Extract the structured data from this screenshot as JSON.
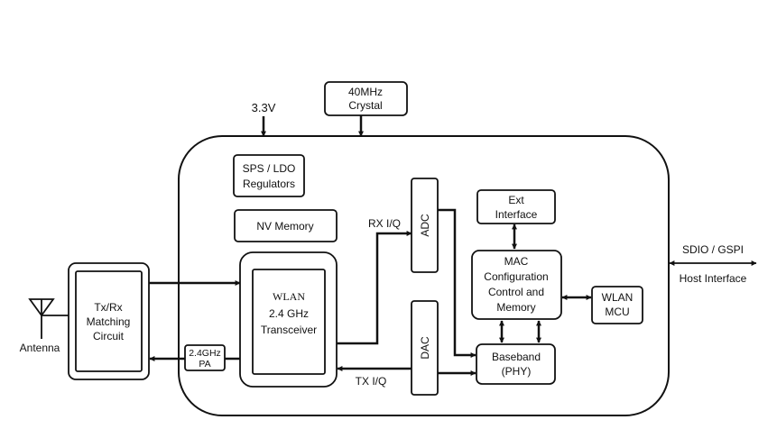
{
  "power": {
    "label": "3.3V"
  },
  "crystal": {
    "line1": "40MHz",
    "line2": "Crystal"
  },
  "regulators": {
    "line1": "SPS / LDO",
    "line2": "Regulators"
  },
  "nv_memory": {
    "label": "NV Memory"
  },
  "matching": {
    "line1": "Tx/Rx",
    "line2": "Matching",
    "line3": "Circuit"
  },
  "antenna": {
    "label": "Antenna"
  },
  "pa": {
    "line1": "2.4GHz",
    "line2": "PA"
  },
  "transceiver": {
    "line1": "WLAN",
    "line2": "2.4 GHz",
    "line3": "Transceiver"
  },
  "adc": {
    "label": "ADC"
  },
  "dac": {
    "label": "DAC"
  },
  "rx_iq": {
    "label": "RX I/Q"
  },
  "tx_iq": {
    "label": "TX I/Q"
  },
  "ext_interface": {
    "line1": "Ext",
    "line2": "Interface"
  },
  "mac": {
    "line1": "MAC",
    "line2": "Configuration",
    "line3": "Control and",
    "line4": "Memory"
  },
  "wlan_mcu": {
    "line1": "WLAN",
    "line2": "MCU"
  },
  "baseband": {
    "line1": "Baseband",
    "line2": "(PHY)"
  },
  "host": {
    "line1": "SDIO / GSPI",
    "line2": "Host Interface"
  }
}
